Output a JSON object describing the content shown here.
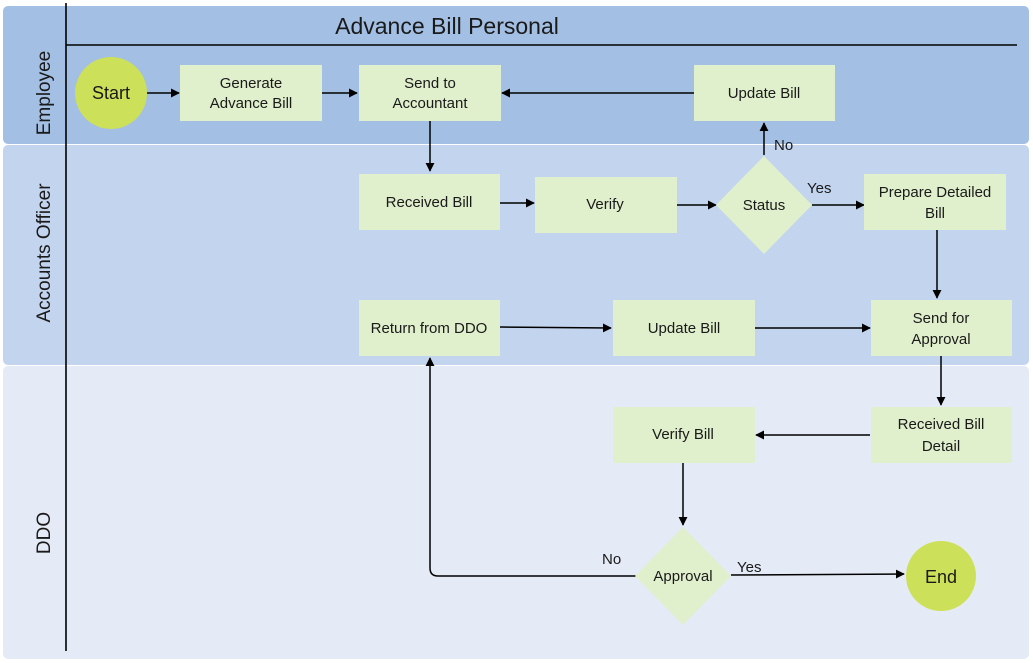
{
  "title": "Advance Bill Personal",
  "lanes": {
    "employee": "Employee",
    "accounts_officer": "Accounts Officer",
    "ddo": "DDO"
  },
  "nodes": {
    "start": "Start",
    "generate": [
      "Generate",
      "Advance Bill"
    ],
    "send_accountant": [
      "Send to",
      "Accountant"
    ],
    "update_bill_employee": "Update Bill",
    "received_bill": "Received Bill",
    "verify": "Verify",
    "status": "Status",
    "prepare_detailed": [
      "Prepare Detailed",
      "Bill"
    ],
    "return_ddo": "Return from DDO",
    "update_bill_ao": "Update Bill",
    "send_approval": [
      "Send for",
      "Approval"
    ],
    "received_detail": [
      "Received Bill",
      "Detail"
    ],
    "verify_bill": "Verify Bill",
    "approval": "Approval",
    "end": "End"
  },
  "edge_labels": {
    "status_no": "No",
    "status_yes": "Yes",
    "approval_no": "No",
    "approval_yes": "Yes"
  },
  "colors": {
    "lane_employee": "#a3bfe3",
    "lane_accounts": "#c3d4ee",
    "lane_ddo": "#e5ebf6",
    "node_fill": "#e0efcc",
    "terminal_fill": "#cde05a",
    "line": "#000000",
    "text": "#1a1a1a"
  }
}
